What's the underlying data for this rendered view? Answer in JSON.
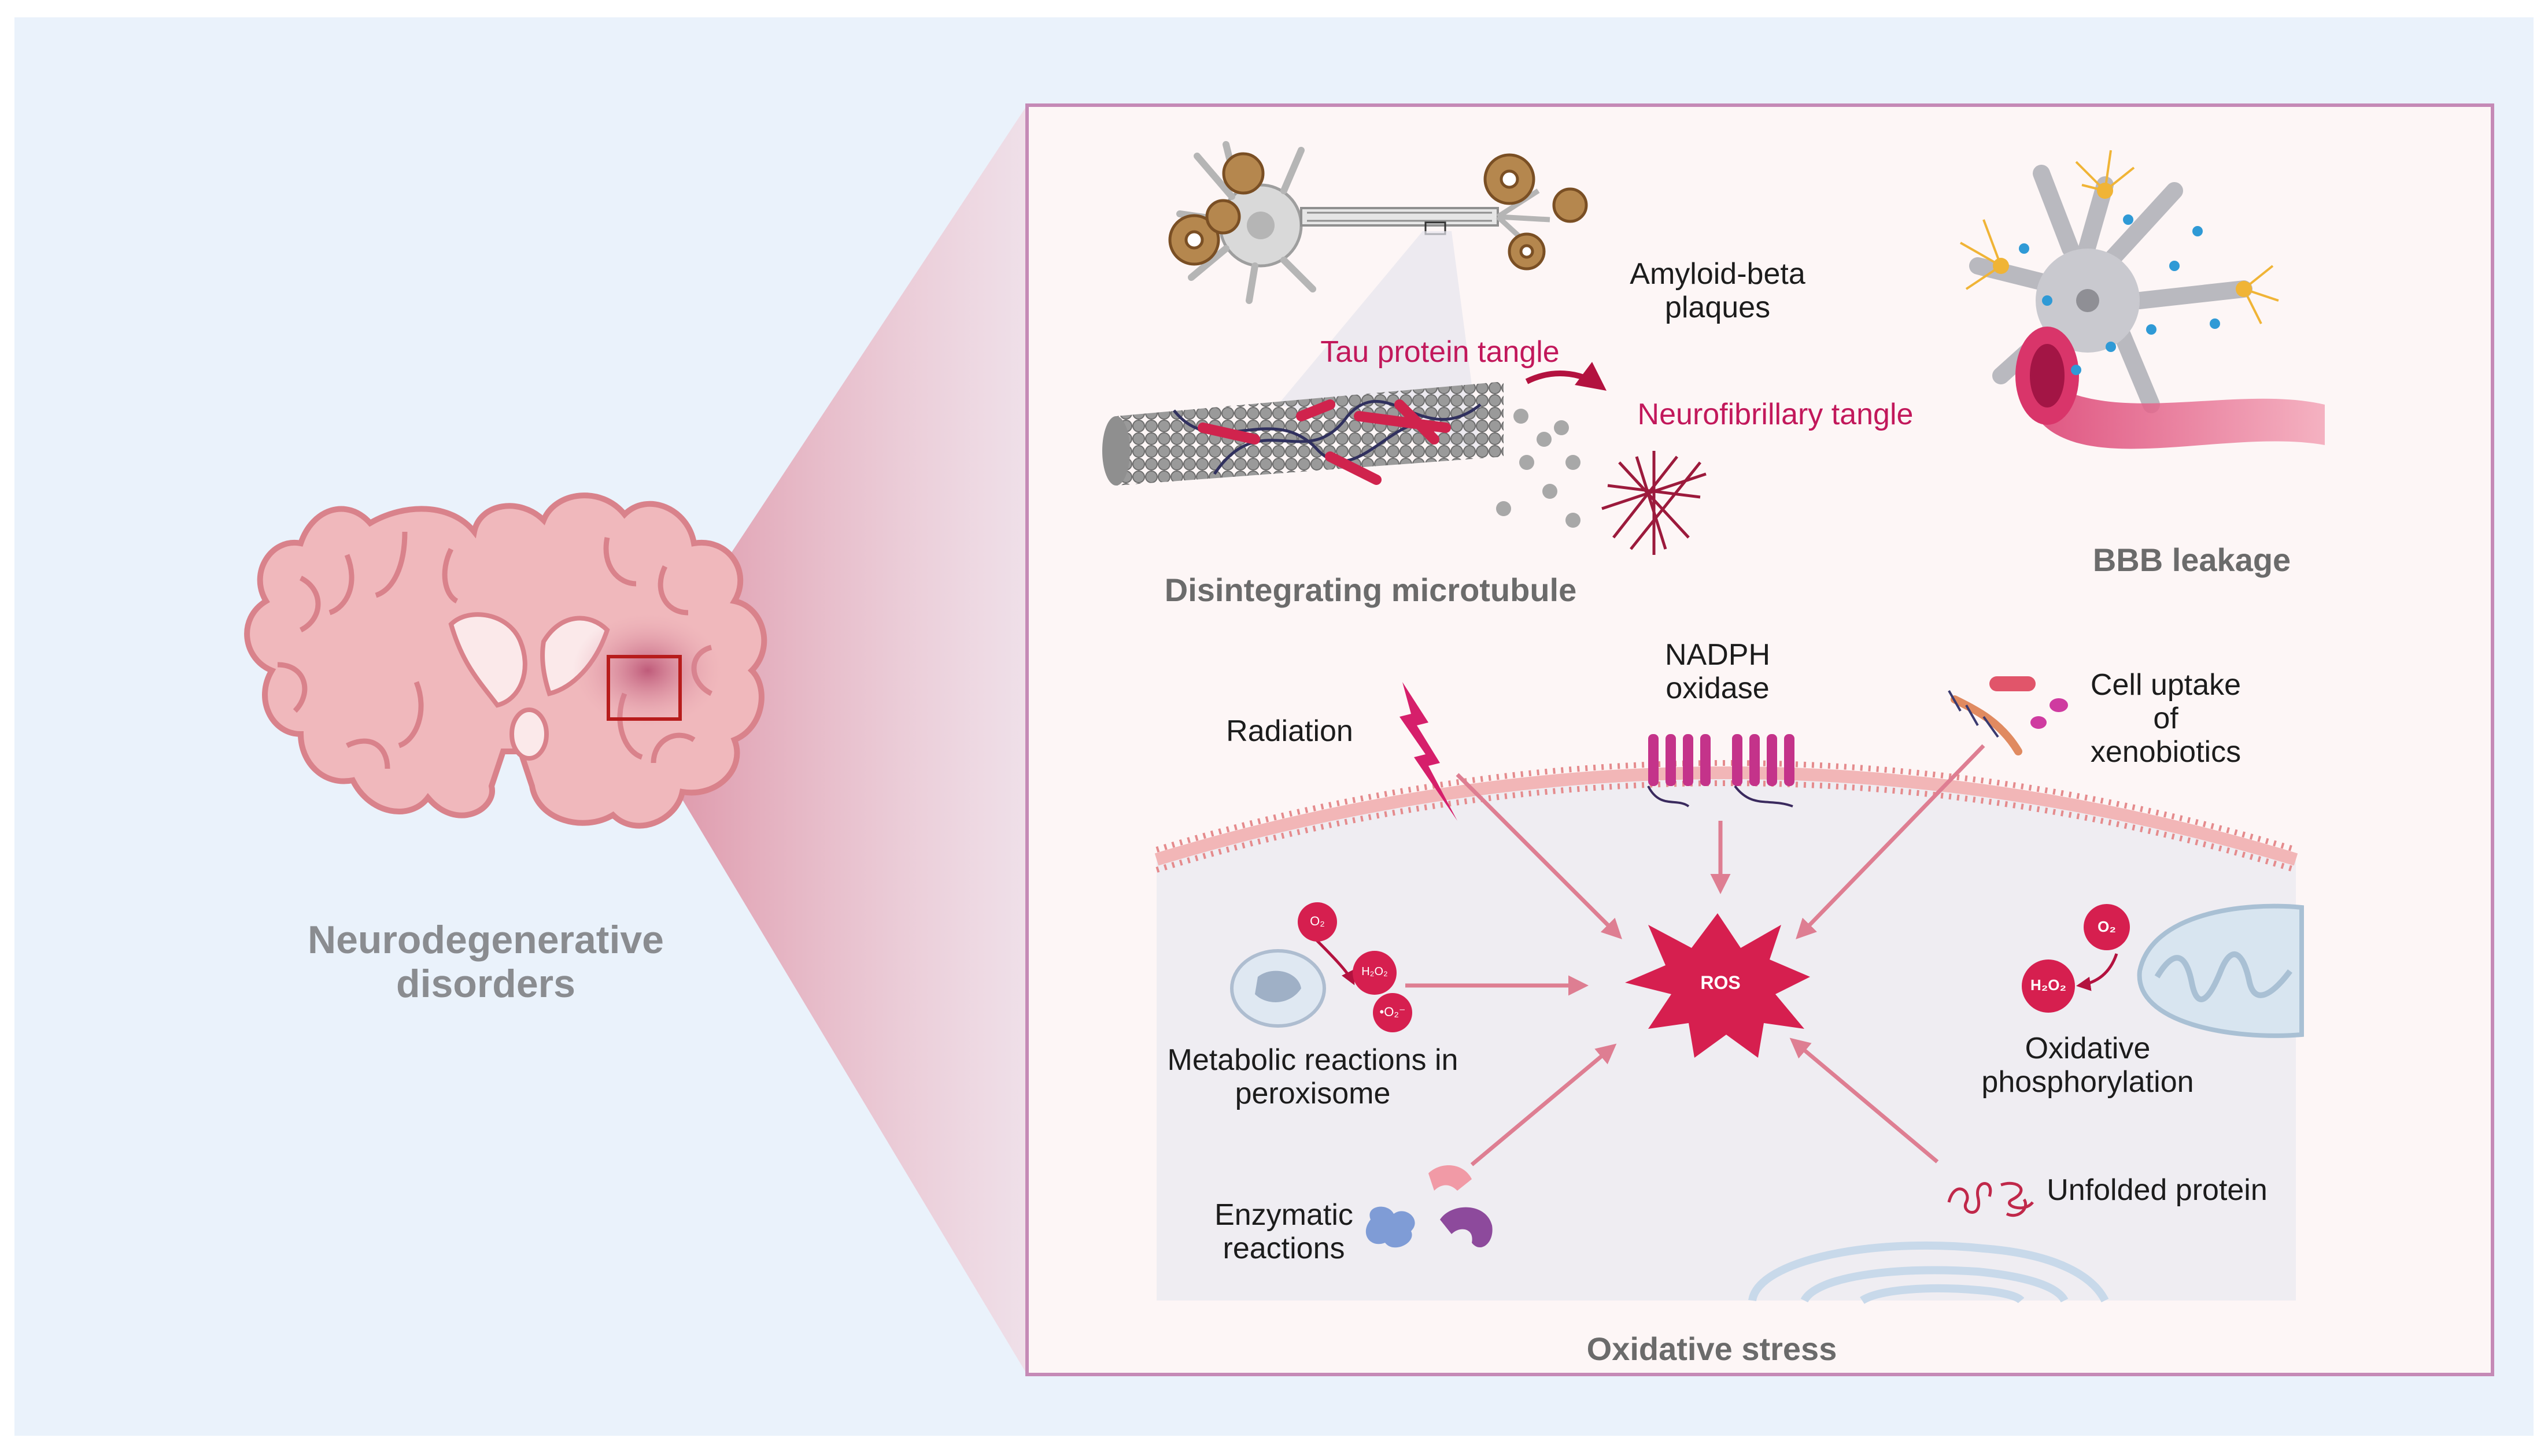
{
  "left": {
    "title_line1": "Neurodegenerative",
    "title_line2": "disorders"
  },
  "top_panel": {
    "amyloid_line1": "Amyloid-beta",
    "amyloid_line2": "plaques",
    "tau": "Tau protein tangle",
    "nft": "Neurofibrillary tangle",
    "microtubule": "Disintegrating microtubule",
    "bbb": "BBB leakage"
  },
  "ros_panel": {
    "radiation": "Radiation",
    "nadph_line1": "NADPH",
    "nadph_line2": "oxidase",
    "xeno_line1": "Cell uptake",
    "xeno_line2": "of",
    "xeno_line3": "xenobiotics",
    "ros": "ROS",
    "peroxisome_line1": "Metabolic reactions in",
    "peroxisome_line2": "peroxisome",
    "oxphos_line1": "Oxidative",
    "oxphos_line2": "phosphorylation",
    "enzymatic_line1": "Enzymatic",
    "enzymatic_line2": "reactions",
    "unfolded": "Unfolded protein",
    "o2": "O₂",
    "h2o2": "H₂O₂",
    "superoxide": "•O₂⁻",
    "footer": "Oxidative stress"
  },
  "colors": {
    "background": "#eaf2fb",
    "panel_border": "#c58ab6",
    "panel_fill": "#fdf6f6",
    "brain_fill": "#f0b8bc",
    "brain_stroke": "#d9828b",
    "ros_red": "#d61f4f",
    "membrane": "#e58b8d",
    "arrow": "#de7e92",
    "nadph": "#c4338a"
  },
  "icons": [
    "lightning-icon",
    "nadph-oxidase-icon",
    "xenobiotic-icon",
    "ros-burst-icon",
    "peroxisome-icon",
    "mitochondrion-icon",
    "enzyme-icon",
    "unfolded-protein-icon",
    "neuron-icon",
    "microtubule-icon",
    "astrocyte-icon",
    "blood-vessel-icon",
    "brain-icon"
  ]
}
